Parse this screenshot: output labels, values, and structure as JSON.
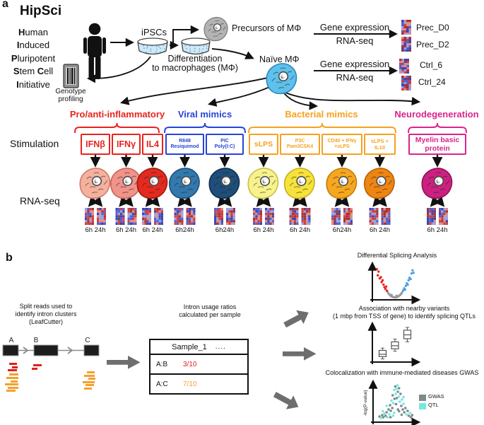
{
  "panel_a": {
    "label": "a",
    "title": "HipSci",
    "acronym_lines": [
      [
        "H",
        "uman"
      ],
      [
        "I",
        "nduced"
      ],
      [
        "P",
        "luripotent"
      ],
      [
        "S",
        "tem ",
        "C",
        "ell"
      ],
      [
        "I",
        "nitiative"
      ]
    ],
    "ipscs_label": "iPSCs",
    "precursors_label": "Precursors of MΦ",
    "differentiation_lines": [
      "Differentiation",
      "to macrophages (MΦ)"
    ],
    "naive_label": "Naïve MΦ",
    "genotype_lines": [
      "Genotype",
      "profiling"
    ],
    "gene_expression_blocks": [
      {
        "title": "Gene expression",
        "method": "RNA-seq",
        "samples": [
          "Prec_D0",
          "Prec_D2"
        ]
      },
      {
        "title": "Gene expression",
        "method": "RNA-seq",
        "samples": [
          "Ctrl_6",
          "Ctrl_24"
        ]
      }
    ],
    "row_labels": {
      "stimulation": "Stimulation",
      "rna_seq": "RNA-seq"
    },
    "heatmap_palette": [
      "#cf4040",
      "#e48a84",
      "#a83232",
      "#5560cc",
      "#9aa0e0",
      "#3a46b0"
    ],
    "categories": [
      {
        "name": "Pro/anti-inflammatory",
        "color": "#e8231e",
        "stimuli": [
          {
            "lines": [
              "IFNβ"
            ],
            "cell_color": "#f4b29e",
            "cell_stroke": "#d07a64",
            "time": "6h 24h"
          },
          {
            "lines": [
              "IFNγ"
            ],
            "cell_color": "#f0938a",
            "cell_stroke": "#c96257",
            "time": "6h 24h"
          },
          {
            "lines": [
              "IL4"
            ],
            "cell_color": "#e42a1f",
            "cell_stroke": "#9c1710",
            "time": "6h 24h"
          }
        ]
      },
      {
        "name": "Viral mimics",
        "color": "#2744d9",
        "stimuli": [
          {
            "lines": [
              "R848",
              "Resiquimod"
            ],
            "cell_color": "#3279ae",
            "cell_stroke": "#1d5076",
            "time": "6h24h"
          },
          {
            "lines": [
              "PIC",
              "Poly(I:C)"
            ],
            "cell_color": "#1e4e79",
            "cell_stroke": "#0f2f4d",
            "time": "6h24h"
          }
        ]
      },
      {
        "name": "Bacterial mimics",
        "color": "#f6a21d",
        "stimuli": [
          {
            "lines": [
              "sLPS"
            ],
            "cell_color": "#f8f28c",
            "cell_stroke": "#c9bd4a",
            "time": "6h 24h"
          },
          {
            "lines": [
              "P3C",
              "Pam3CSK4"
            ],
            "cell_color": "#f6e23b",
            "cell_stroke": "#c4ae1d",
            "time": "6h 24h"
          },
          {
            "lines": [
              "CD40 + IFNγ",
              "+sLPS"
            ],
            "cell_color": "#f6a71f",
            "cell_stroke": "#c07c0d",
            "time": "6h24h"
          },
          {
            "lines": [
              "sLPS +",
              "IL10"
            ],
            "cell_color": "#ee8512",
            "cell_stroke": "#b55f08",
            "time": "6h 24h"
          }
        ]
      },
      {
        "name": "Neurodegeneration",
        "color": "#d9248c",
        "stimuli": [
          {
            "lines": [
              "Myelin basic",
              "protein"
            ],
            "cell_color": "#cb2180",
            "cell_stroke": "#8c1257",
            "time": "6h 24h"
          }
        ]
      }
    ]
  },
  "panel_b": {
    "label": "b",
    "captions": {
      "split_reads": [
        "Split reads used to",
        "identify intron clusters (LeafCutter)"
      ],
      "intron_usage": [
        "Intron usage ratios",
        "calculated per sample"
      ],
      "differential": "Differential Splicing Analysis",
      "association": [
        "Association with nearby variants",
        "(1 mbp from TSS of gene) to identify splicing QTLs"
      ],
      "colocalization": "Colocalization with immune-mediated diseases GWAS"
    },
    "gene_model": {
      "exon_labels": [
        "A",
        "B",
        "C"
      ]
    },
    "reads": {
      "red_color": "#e02020",
      "orange_color": "#f5a02c",
      "red": [
        [
          13,
          513,
          11
        ],
        [
          17,
          518,
          8
        ],
        [
          11,
          522,
          13
        ],
        [
          47,
          515,
          12
        ],
        [
          45,
          520,
          8
        ]
      ],
      "orange": [
        [
          13,
          528,
          13
        ],
        [
          9,
          533,
          17
        ],
        [
          15,
          538,
          10
        ],
        [
          7,
          542,
          19
        ],
        [
          11,
          547,
          15
        ],
        [
          9,
          551,
          13
        ],
        [
          123,
          525,
          11
        ],
        [
          119,
          530,
          15
        ],
        [
          125,
          534,
          10
        ],
        [
          117,
          539,
          17
        ],
        [
          121,
          543,
          12
        ],
        [
          119,
          548,
          11
        ]
      ]
    },
    "table": {
      "header": "Sample_1",
      "header_dots": "....",
      "rows": [
        {
          "key": "A:B",
          "value": "3/10",
          "color": "#e02020"
        },
        {
          "key": "A:C",
          "value": "7/10",
          "color": "#f5a02c"
        }
      ]
    },
    "scatter_legend": [
      {
        "label": "GWAS",
        "color": "#7b8a8b"
      },
      {
        "label": "QTL",
        "color": "#76e8e0"
      }
    ],
    "ylabel": "-log(P-value)"
  },
  "chart_data": [
    {
      "type": "scatter",
      "title": "Differential Splicing Analysis",
      "subtype": "volcano",
      "legend_position": "none",
      "colors": {
        "r": "#e8251f",
        "g": "#9a9a9a",
        "b": "#4aa0e8"
      },
      "points": [
        [
          -0.95,
          0.92,
          "r"
        ],
        [
          -0.9,
          0.72,
          "r"
        ],
        [
          -0.86,
          0.84,
          "r"
        ],
        [
          -0.8,
          0.62,
          "r"
        ],
        [
          -0.74,
          0.66,
          "r"
        ],
        [
          -0.7,
          0.5,
          "r"
        ],
        [
          -0.65,
          0.56,
          "r"
        ],
        [
          -0.6,
          0.42,
          "r"
        ],
        [
          -0.55,
          0.34,
          "r"
        ],
        [
          -0.5,
          0.28,
          "r"
        ],
        [
          -0.46,
          0.36,
          "r"
        ],
        [
          -0.42,
          0.22,
          "r"
        ],
        [
          -0.36,
          0.16,
          "g"
        ],
        [
          -0.3,
          0.11,
          "g"
        ],
        [
          -0.25,
          0.08,
          "g"
        ],
        [
          -0.2,
          0.05,
          "g"
        ],
        [
          -0.14,
          0.03,
          "g"
        ],
        [
          -0.08,
          0.02,
          "g"
        ],
        [
          -0.02,
          0.01,
          "g"
        ],
        [
          0.04,
          0.01,
          "g"
        ],
        [
          0.1,
          0.02,
          "g"
        ],
        [
          0.16,
          0.04,
          "g"
        ],
        [
          0.21,
          0.06,
          "g"
        ],
        [
          0.27,
          0.09,
          "g"
        ],
        [
          0.32,
          0.12,
          "g"
        ],
        [
          0.37,
          0.17,
          "g"
        ],
        [
          -0.18,
          0.09,
          "g"
        ],
        [
          0.08,
          0.06,
          "g"
        ],
        [
          0.43,
          0.23,
          "b"
        ],
        [
          0.48,
          0.3,
          "b"
        ],
        [
          0.53,
          0.26,
          "b"
        ],
        [
          0.57,
          0.38,
          "b"
        ],
        [
          0.62,
          0.46,
          "b"
        ],
        [
          0.67,
          0.42,
          "b"
        ],
        [
          0.71,
          0.56,
          "b"
        ],
        [
          0.76,
          0.64,
          "b"
        ],
        [
          0.82,
          0.6,
          "b"
        ],
        [
          0.87,
          0.78,
          "b"
        ],
        [
          0.92,
          0.88,
          "b"
        ],
        [
          0.97,
          0.8,
          "b"
        ]
      ]
    },
    {
      "type": "boxplot",
      "title": "Association with nearby variants (1 mbp from TSS of gene) to identify splicing QTLs",
      "boxes": [
        {
          "x": 1,
          "lo": 0.8,
          "q1": 1.4,
          "med": 2.0,
          "q3": 3.0,
          "hi": 3.6
        },
        {
          "x": 2,
          "lo": 2.8,
          "q1": 3.4,
          "med": 4.2,
          "q3": 5.2,
          "hi": 5.9
        },
        {
          "x": 3,
          "lo": 5.2,
          "q1": 6.0,
          "med": 7.0,
          "q3": 8.2,
          "hi": 8.9
        }
      ]
    },
    {
      "type": "scatter",
      "title": "Colocalization with immune-mediated diseases GWAS",
      "ylabel": "-log(P-value)",
      "legend": [
        "GWAS",
        "QTL"
      ],
      "colors": {
        "g": "#7b8a8b",
        "c": "#76e8e0"
      },
      "points": [
        [
          0.06,
          0.1,
          "g"
        ],
        [
          0.1,
          0.06,
          "c"
        ],
        [
          0.13,
          0.14,
          "g"
        ],
        [
          0.16,
          0.08,
          "g"
        ],
        [
          0.19,
          0.18,
          "c"
        ],
        [
          0.22,
          0.12,
          "g"
        ],
        [
          0.25,
          0.22,
          "g"
        ],
        [
          0.27,
          0.08,
          "c"
        ],
        [
          0.3,
          0.3,
          "g"
        ],
        [
          0.32,
          0.16,
          "c"
        ],
        [
          0.34,
          0.42,
          "g"
        ],
        [
          0.36,
          0.26,
          "g"
        ],
        [
          0.38,
          0.55,
          "c"
        ],
        [
          0.4,
          0.34,
          "g"
        ],
        [
          0.41,
          0.7,
          "g"
        ],
        [
          0.43,
          0.48,
          "c"
        ],
        [
          0.45,
          0.85,
          "c"
        ],
        [
          0.46,
          0.6,
          "g"
        ],
        [
          0.48,
          0.95,
          "g"
        ],
        [
          0.49,
          0.74,
          "c"
        ],
        [
          0.51,
          0.88,
          "c"
        ],
        [
          0.52,
          0.62,
          "g"
        ],
        [
          0.54,
          0.98,
          "c"
        ],
        [
          0.55,
          0.8,
          "g"
        ],
        [
          0.57,
          0.66,
          "c"
        ],
        [
          0.58,
          0.9,
          "g"
        ],
        [
          0.6,
          0.52,
          "c"
        ],
        [
          0.62,
          0.74,
          "g"
        ],
        [
          0.64,
          0.4,
          "g"
        ],
        [
          0.66,
          0.58,
          "c"
        ],
        [
          0.68,
          0.3,
          "g"
        ],
        [
          0.7,
          0.46,
          "c"
        ],
        [
          0.72,
          0.22,
          "g"
        ],
        [
          0.75,
          0.34,
          "g"
        ],
        [
          0.78,
          0.16,
          "c"
        ],
        [
          0.81,
          0.26,
          "g"
        ],
        [
          0.84,
          0.12,
          "g"
        ],
        [
          0.87,
          0.2,
          "c"
        ],
        [
          0.9,
          0.08,
          "g"
        ],
        [
          0.93,
          0.14,
          "g"
        ],
        [
          0.35,
          0.08,
          "g"
        ],
        [
          0.45,
          0.2,
          "c"
        ],
        [
          0.55,
          0.3,
          "g"
        ],
        [
          0.25,
          0.4,
          "c"
        ],
        [
          0.65,
          0.15,
          "g"
        ],
        [
          0.15,
          0.25,
          "c"
        ],
        [
          0.5,
          0.45,
          "g"
        ],
        [
          0.42,
          0.12,
          "c"
        ],
        [
          0.58,
          0.25,
          "g"
        ],
        [
          0.7,
          0.65,
          "c"
        ]
      ]
    }
  ]
}
